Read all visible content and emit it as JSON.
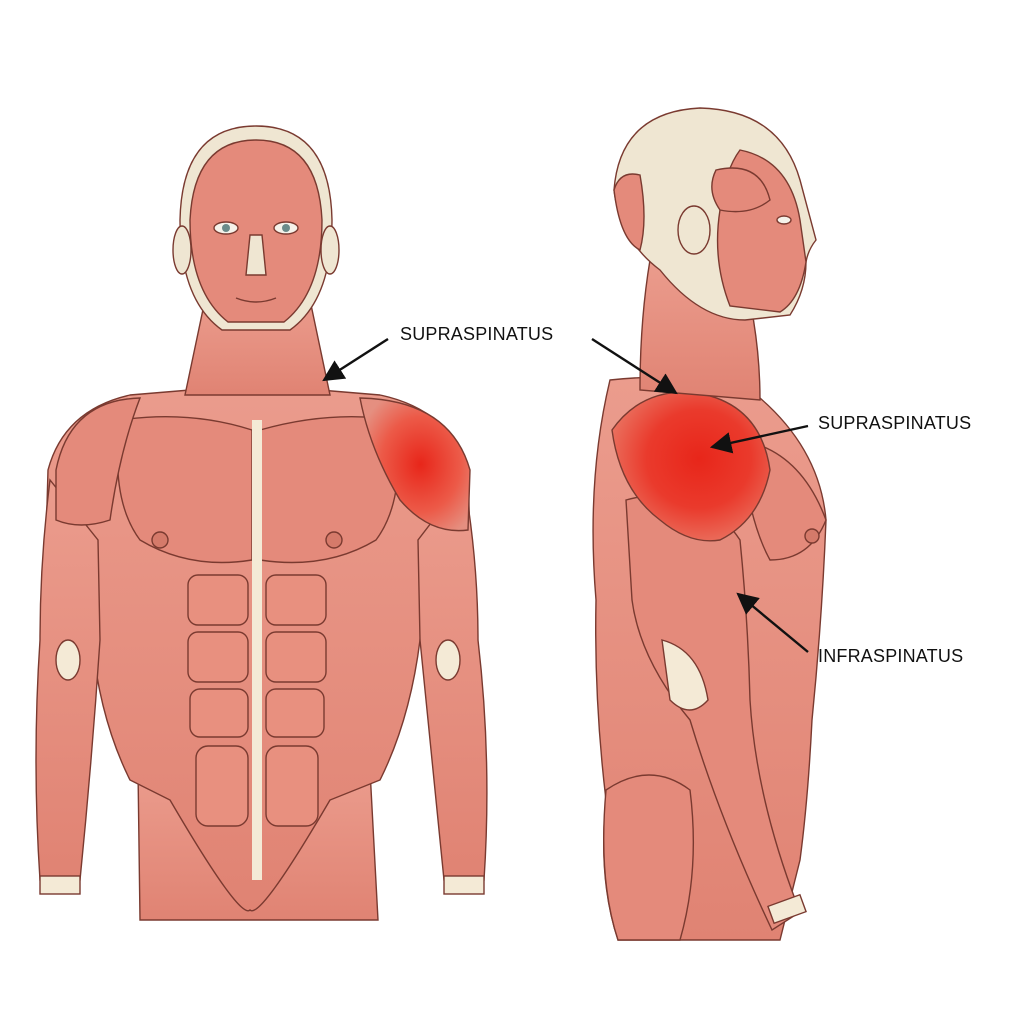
{
  "labels": {
    "front_supraspinatus": "SUPRASPINATUS",
    "side_supraspinatus": "SUPRASPINATUS",
    "side_infraspinatus": "INFRASPINATUS"
  },
  "figures": {
    "front": "anterior-muscle-figure",
    "side": "lateral-muscle-figure"
  },
  "colors": {
    "background": "#ffffff",
    "muscle": "#e58f80",
    "muscle_dark": "#c9675a",
    "muscle_light": "#f2b3a6",
    "tendon": "#f4ead6",
    "skin_head": "#efe6d2",
    "highlight": "#e8261a",
    "outline": "#7a3a30",
    "arrow": "#111111"
  }
}
